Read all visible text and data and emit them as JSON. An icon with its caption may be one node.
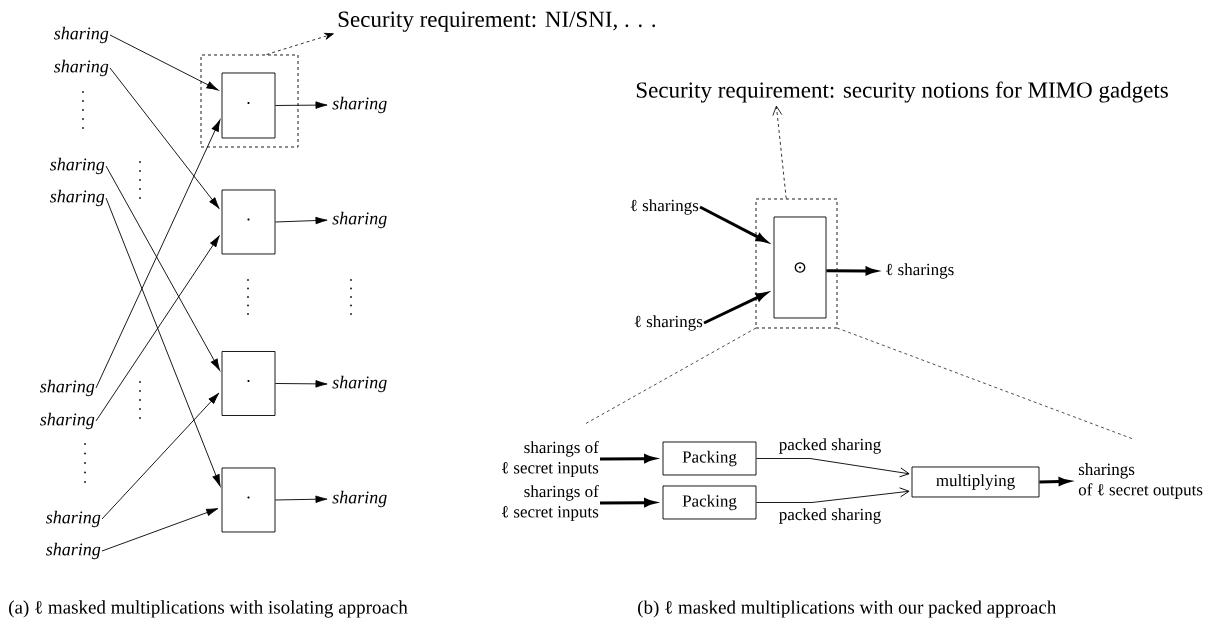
{
  "diagram": {
    "nodes": [
      {
        "text": [
          "sharing"
        ]
      },
      {
        "text": [
          "sharing"
        ]
      },
      {
        "text": [
          "sharing"
        ]
      },
      {
        "text": [
          "sharing"
        ]
      },
      {
        "text": [
          "sharing"
        ]
      },
      {
        "text": [
          "sharing"
        ]
      },
      {
        "text": [
          "sharing"
        ]
      },
      {
        "text": [
          "sharing"
        ]
      },
      {
        "text": [
          "Security requirement: NI/SNI, . . ."
        ]
      },
      {
        "text": [],
        "shape": "box"
      },
      {
        "text": [
          "·"
        ],
        "in": 9
      },
      {
        "text": [
          "·"
        ]
      },
      {
        "text": [
          "·"
        ]
      },
      {
        "text": [
          "·"
        ]
      },
      {
        "text": [
          "sharing"
        ]
      },
      {
        "text": [
          "sharing"
        ]
      },
      {
        "text": [
          "sharing"
        ]
      },
      {
        "text": [
          "sharing"
        ]
      },
      {
        "text": [
          "Security requirement: security notions for MIMO gadgets"
        ]
      },
      {
        "text": [],
        "shape": "box"
      },
      {
        "text": [
          "⊙"
        ],
        "in": 19
      },
      {
        "text": [
          "ℓ sharings"
        ]
      },
      {
        "text": [
          "ℓ sharings"
        ]
      },
      {
        "text": [
          "ℓ sharings"
        ]
      },
      {
        "text": [
          "sharings of ℓ secret inputs"
        ]
      },
      {
        "text": [
          "sharings of ℓ secret inputs"
        ]
      },
      {
        "text": [
          "Packing"
        ]
      },
      {
        "text": [
          "Packing"
        ]
      },
      {
        "text": [
          "multiplying"
        ]
      },
      {
        "text": [
          "sharings of ℓ secret outputs"
        ]
      }
    ],
    "edges": [
      {
        "from": 0,
        "to": 10,
        "arrow": "to"
      },
      {
        "from": 1,
        "to": 11,
        "arrow": "to"
      },
      {
        "from": 2,
        "to": 12,
        "arrow": "to"
      },
      {
        "from": 3,
        "to": 13,
        "arrow": "to"
      },
      {
        "from": 4,
        "to": 10,
        "arrow": "to"
      },
      {
        "from": 5,
        "to": 11,
        "arrow": "to"
      },
      {
        "from": 6,
        "to": 12,
        "arrow": "to"
      },
      {
        "from": 7,
        "to": 13,
        "arrow": "to"
      },
      {
        "from": 10,
        "to": 14,
        "arrow": "to"
      },
      {
        "from": 11,
        "to": 15,
        "arrow": "to"
      },
      {
        "from": 12,
        "to": 16,
        "arrow": "to"
      },
      {
        "from": 13,
        "to": 17,
        "arrow": "to"
      },
      {
        "from": 9,
        "to": 8,
        "arrow": "to",
        "style": "dashed"
      },
      {
        "from": 19,
        "to": 18,
        "arrow": "to",
        "style": "dashed"
      },
      {
        "from": 21,
        "to": 20,
        "arrow": "to",
        "style": "thick"
      },
      {
        "from": 22,
        "to": 20,
        "arrow": "to",
        "style": "thick"
      },
      {
        "from": 20,
        "to": 23,
        "arrow": "to",
        "style": "thick"
      },
      {
        "from": 24,
        "to": 26,
        "arrow": "to",
        "style": "thick"
      },
      {
        "from": 25,
        "to": 27,
        "arrow": "to",
        "style": "thick"
      },
      {
        "from": 26,
        "to": 28,
        "arrow": "to",
        "label": "packed sharing"
      },
      {
        "from": 27,
        "to": 28,
        "arrow": "to",
        "label": "packed sharing"
      },
      {
        "from": 28,
        "to": 29,
        "arrow": "to",
        "style": "thick"
      }
    ],
    "labels": [
      "(a) ℓ masked multiplications with isolating approach",
      "(b) ℓ masked multiplications with our packed approach"
    ]
  }
}
